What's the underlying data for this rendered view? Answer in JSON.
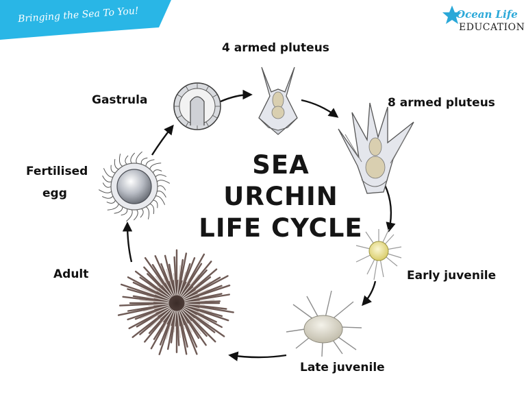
{
  "banner": {
    "tagline": "Bringing the Sea To You!"
  },
  "logo": {
    "line1": "Ocean Life",
    "line2": "EDUCATION"
  },
  "title": {
    "line1": "SEA",
    "line2": "URCHIN",
    "line3": "LIFE CYCLE"
  },
  "stages": {
    "four_armed": "4 armed pluteus",
    "eight_armed": "8 armed pluteus",
    "early_juvenile": "Early juvenile",
    "late_juvenile": "Late juvenile",
    "adult": "Adult",
    "fertilised_line1": "Fertilised",
    "fertilised_line2": "egg",
    "gastrula": "Gastrula"
  },
  "colors": {
    "banner": "#29b6e6",
    "logo_accent": "#2aa8d8",
    "arrow": "#111111",
    "larva_fill": "#e4e6ec",
    "larva_core": "#d9cfb0",
    "juvenile_core": "#efe7a0",
    "adult_spine": "#6e5a55"
  }
}
